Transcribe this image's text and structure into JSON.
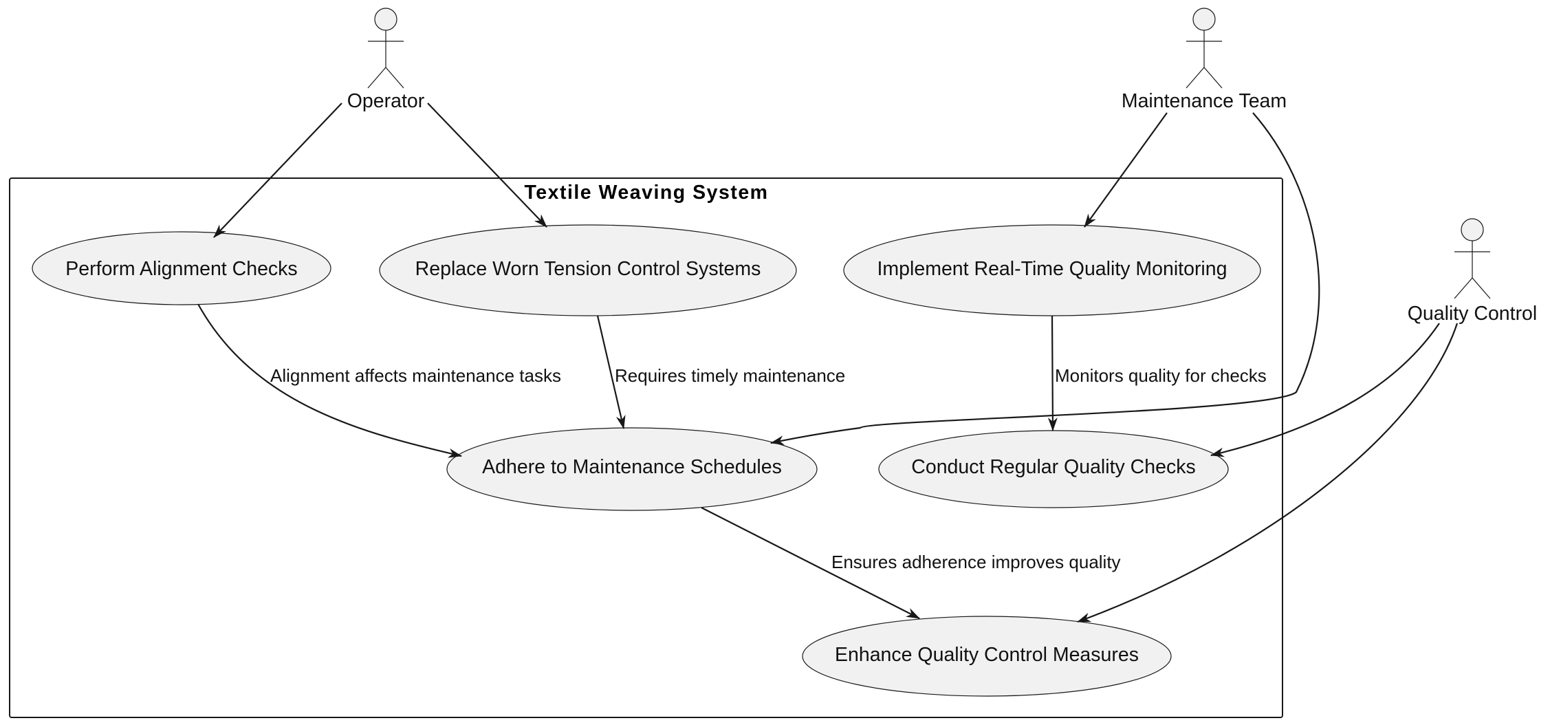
{
  "system": {
    "title": "Textile Weaving System"
  },
  "actors": [
    {
      "id": "operator",
      "label": "Operator"
    },
    {
      "id": "maintenance",
      "label": "Maintenance Team"
    },
    {
      "id": "quality",
      "label": "Quality Control"
    }
  ],
  "use_cases": [
    {
      "id": "alignment",
      "label": "Perform Alignment Checks"
    },
    {
      "id": "tension",
      "label": "Replace Worn Tension Control Systems"
    },
    {
      "id": "monitoring",
      "label": "Implement Real-Time Quality Monitoring"
    },
    {
      "id": "schedules",
      "label": "Adhere to Maintenance Schedules"
    },
    {
      "id": "checks",
      "label": "Conduct Regular Quality Checks"
    },
    {
      "id": "enhance",
      "label": "Enhance Quality Control Measures"
    }
  ],
  "relations": [
    {
      "from": "operator",
      "to": "alignment",
      "label": ""
    },
    {
      "from": "operator",
      "to": "tension",
      "label": ""
    },
    {
      "from": "maintenance",
      "to": "monitoring",
      "label": ""
    },
    {
      "from": "maintenance",
      "to": "schedules",
      "label": ""
    },
    {
      "from": "quality",
      "to": "checks",
      "label": ""
    },
    {
      "from": "quality",
      "to": "enhance",
      "label": ""
    },
    {
      "from": "alignment",
      "to": "schedules",
      "label": "Alignment affects maintenance tasks"
    },
    {
      "from": "tension",
      "to": "schedules",
      "label": "Requires timely maintenance"
    },
    {
      "from": "monitoring",
      "to": "checks",
      "label": "Monitors quality for checks"
    },
    {
      "from": "schedules",
      "to": "enhance",
      "label": "Ensures adherence improves quality"
    }
  ]
}
